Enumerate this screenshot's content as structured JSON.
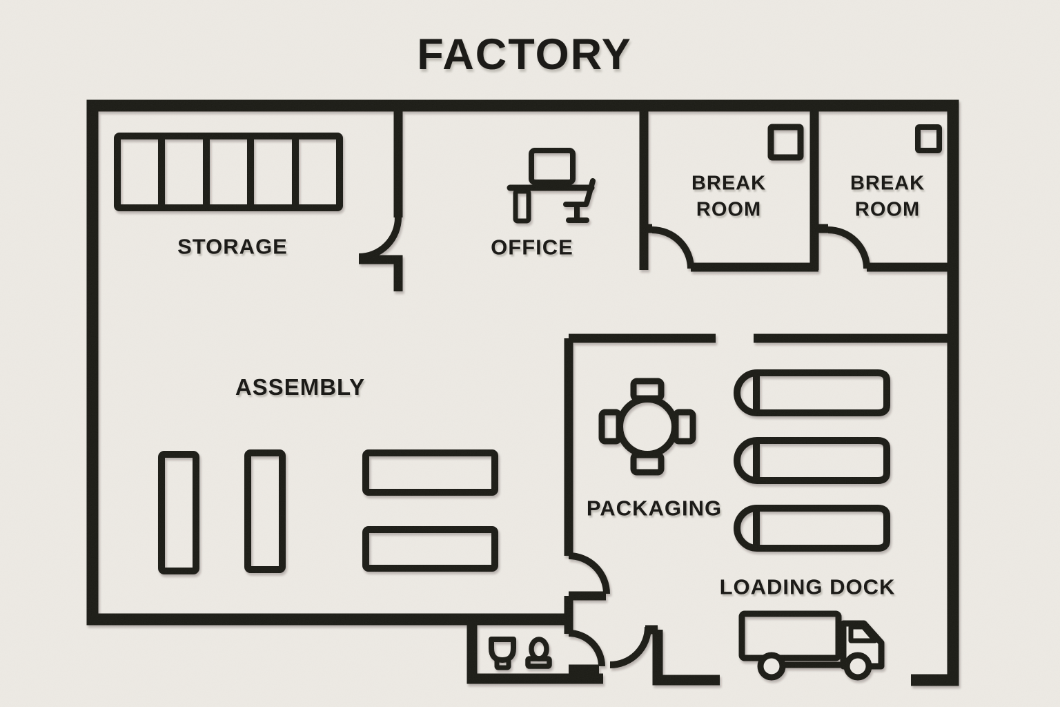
{
  "title": "FACTORY",
  "colors": {
    "background": "#edeae4",
    "ink": "#1c1b18"
  },
  "rooms": {
    "storage": {
      "label": "STORAGE"
    },
    "office": {
      "label": "OFFICE"
    },
    "break_room_1": {
      "label": "BREAK ROOM"
    },
    "break_room_2": {
      "label": "BREAK ROOM"
    },
    "assembly": {
      "label": "ASSEMBLY"
    },
    "packaging": {
      "label": "PACKAGING"
    },
    "loading_dock": {
      "label": "LOADING DOCK"
    }
  },
  "icons": {
    "storage_shelving": "shelving-rack-5-bays",
    "office_desk": "desk-with-monitor-and-chair",
    "break_room_1_window": "wall-cabinet-square",
    "break_room_2_window": "wall-cabinet-square",
    "assembly_benches": "2-vertical-and-2-horizontal-workbenches",
    "packaging_table": "round-table-with-4-chairs",
    "packaging_conveyors": "3-roller-carts",
    "loading_truck": "box-truck",
    "restroom_toilet": "toilet",
    "restroom_person": "person"
  }
}
